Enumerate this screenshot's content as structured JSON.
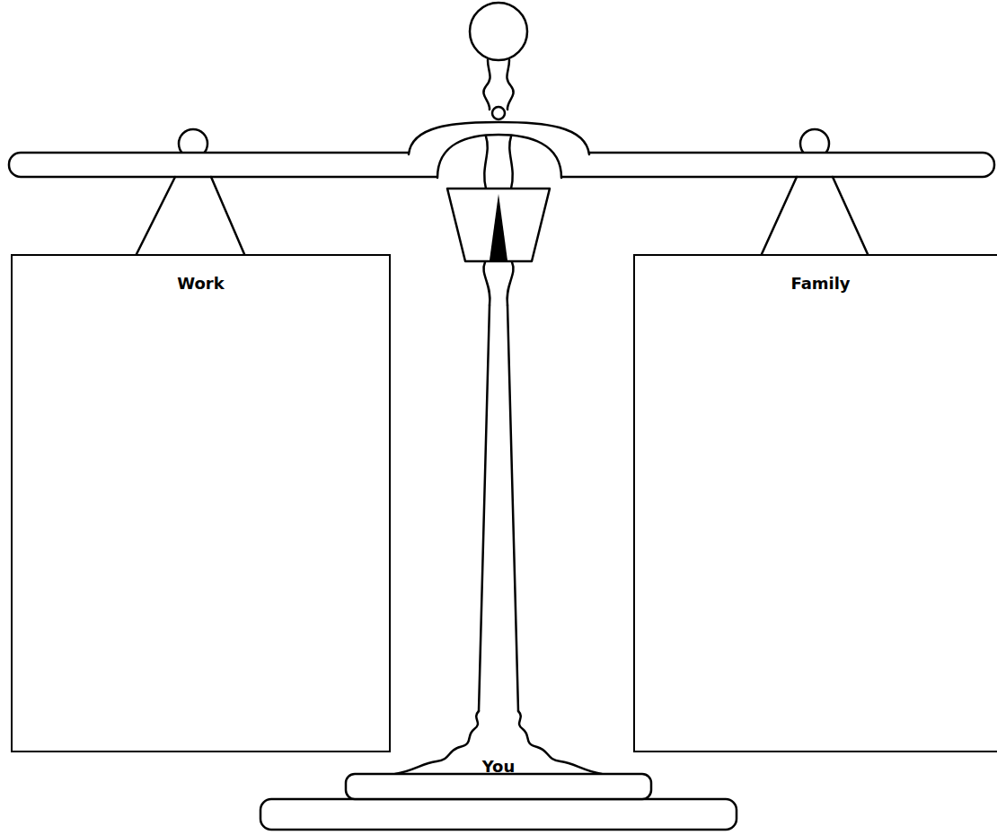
{
  "diagram": {
    "nodes": [
      {
        "text": [
          "Work"
        ]
      },
      {
        "text": [
          "Family"
        ]
      }
    ],
    "labels": [
      "You"
    ]
  }
}
